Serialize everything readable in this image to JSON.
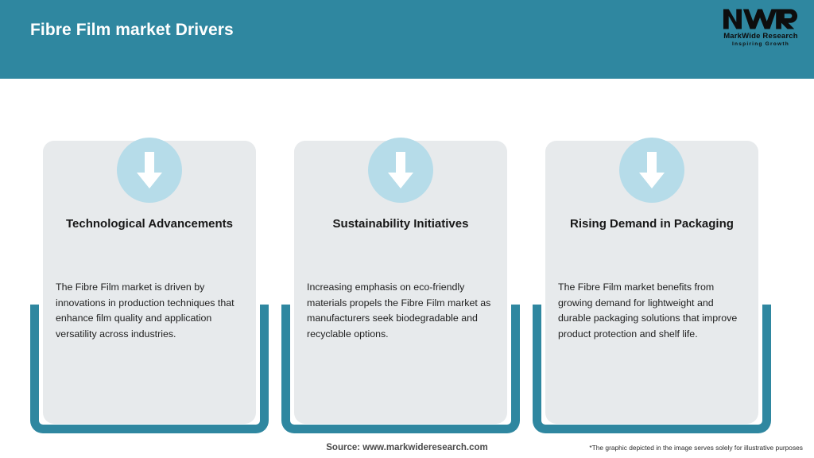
{
  "header": {
    "title": "Fibre Film market Drivers",
    "background_color": "#2f87a0",
    "title_color": "#ffffff"
  },
  "logo": {
    "mark": "MWR",
    "name": "MarkWide Research",
    "tagline": "Inspiring Growth"
  },
  "theme": {
    "teal": "#2f87a0",
    "card_gray": "#e7eaec",
    "circle_blue": "#b6dce9",
    "page_background": "#ffffff"
  },
  "cards": [
    {
      "icon": "down-arrow-icon",
      "title": "Technological Advancements",
      "body": "The Fibre Film market is driven by innovations in production techniques that enhance film quality and application versatility across industries."
    },
    {
      "icon": "down-arrow-icon",
      "title": "Sustainability Initiatives",
      "body": "Increasing emphasis on eco-friendly materials propels the Fibre Film market as manufacturers seek biodegradable and recyclable options."
    },
    {
      "icon": "down-arrow-icon",
      "title": "Rising Demand in Packaging",
      "body": "The Fibre Film market benefits from growing demand for lightweight and durable packaging solutions that improve product protection and shelf life."
    }
  ],
  "footer": {
    "source": "Source: www.markwideresearch.com",
    "disclaimer": "*The graphic depicted in the image serves solely for illustrative purposes"
  }
}
